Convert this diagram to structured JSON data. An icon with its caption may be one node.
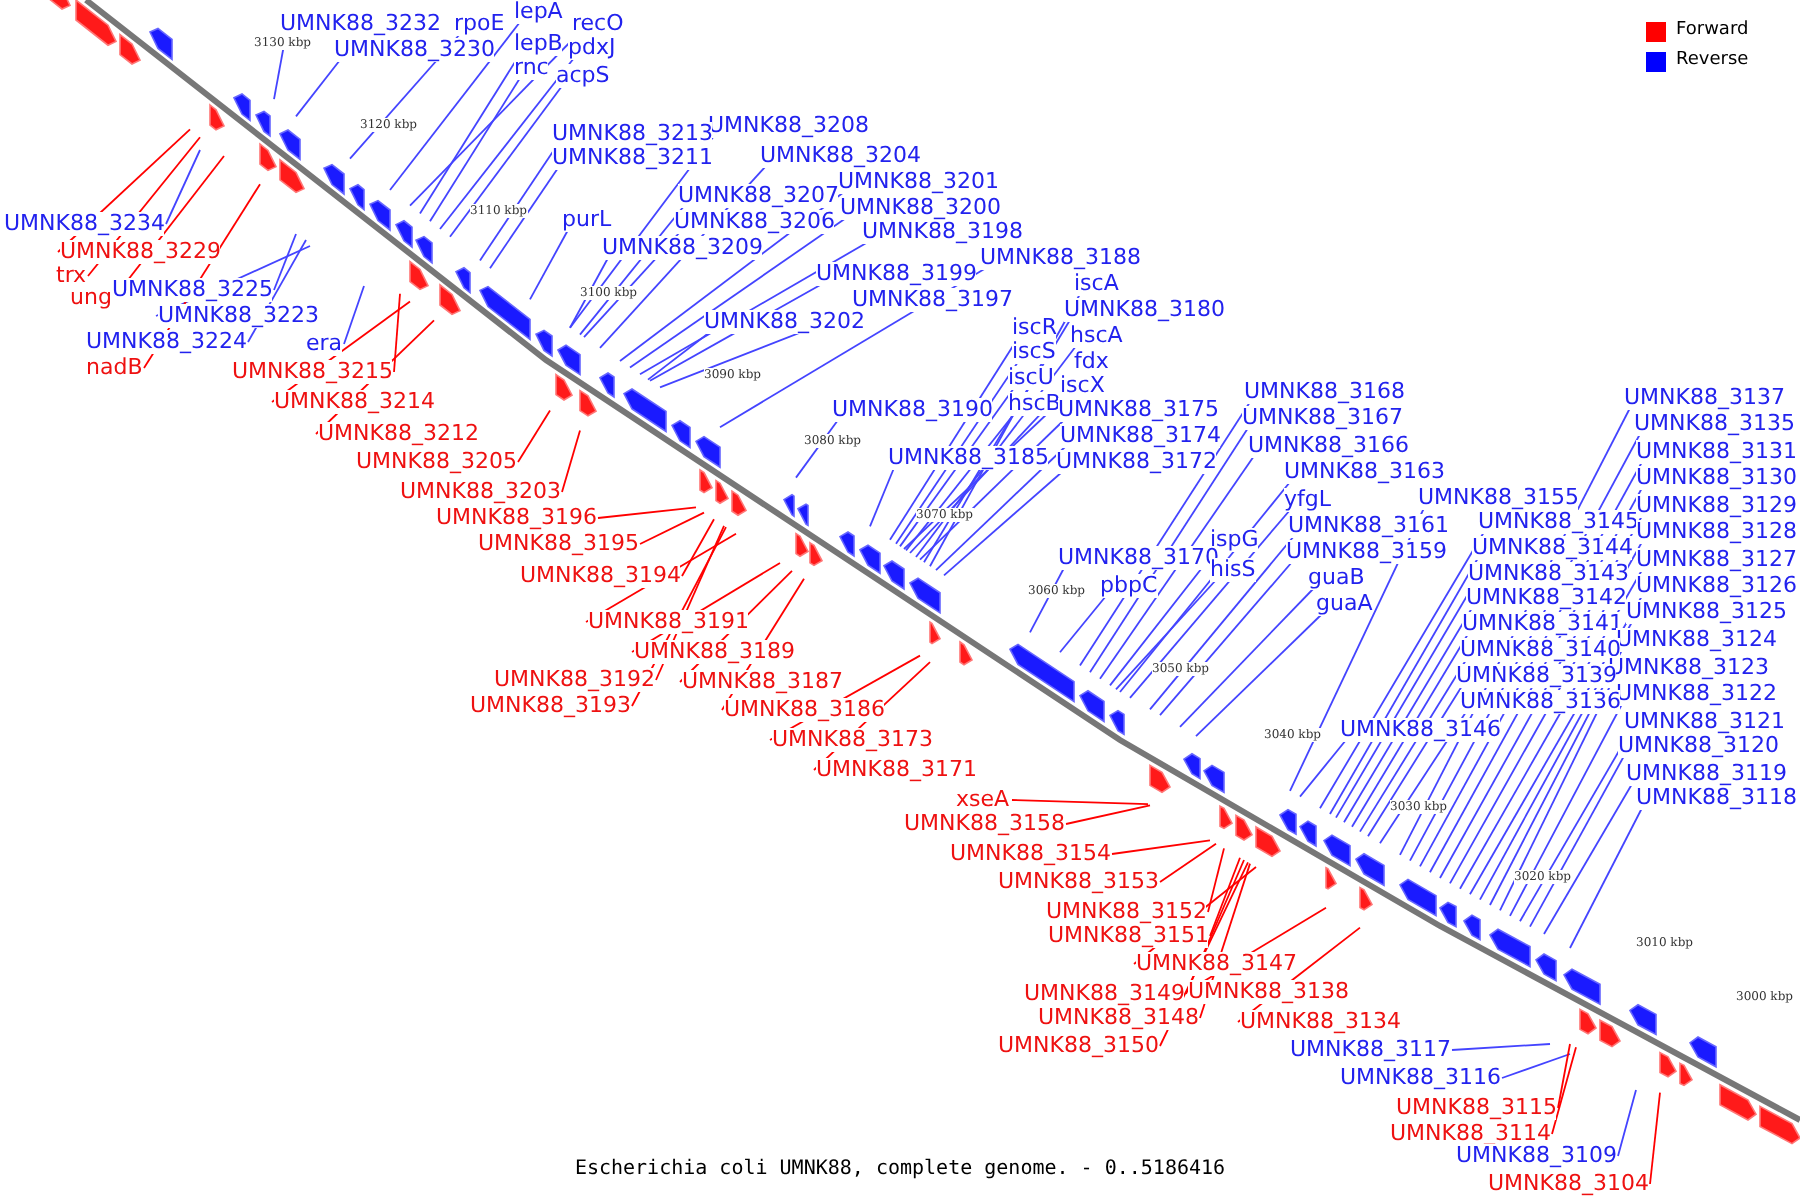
{
  "diagram": {
    "caption": "Escherichia coli UMNK88, complete genome. - 0..5186416",
    "nodes": [
      {
        "text": [
          "lepA"
        ]
      },
      {
        "text": [
          "UMNK88_3232"
        ]
      },
      {
        "text": [
          "rpoE"
        ]
      },
      {
        "text": [
          "recO"
        ]
      },
      {
        "text": [
          "lepB"
        ]
      },
      {
        "text": [
          "pdxJ"
        ]
      },
      {
        "text": [
          "UMNK88_3230"
        ]
      },
      {
        "text": [
          "rnc"
        ]
      },
      {
        "text": [
          "acpS"
        ]
      },
      {
        "text": [
          "UMNK88_3208"
        ]
      },
      {
        "text": [
          "UMNK88_3213"
        ]
      },
      {
        "text": [
          "UMNK88_3204"
        ]
      },
      {
        "text": [
          "UMNK88_3211"
        ]
      },
      {
        "text": [
          "UMNK88_3201"
        ]
      },
      {
        "text": [
          "UMNK88_3207"
        ]
      },
      {
        "text": [
          "UMNK88_3200"
        ]
      },
      {
        "text": [
          "purL"
        ]
      },
      {
        "text": [
          "UMNK88_3206"
        ]
      },
      {
        "text": [
          "UMNK88_3234"
        ]
      },
      {
        "text": [
          "UMNK88_3198"
        ]
      },
      {
        "text": [
          "UMNK88_3209"
        ]
      },
      {
        "text": [
          "UMNK88_3229"
        ]
      },
      {
        "text": [
          "UMNK88_3188"
        ]
      },
      {
        "text": [
          "UMNK88_3199"
        ]
      },
      {
        "text": [
          "trx"
        ]
      },
      {
        "text": [
          "iscA"
        ]
      },
      {
        "text": [
          "UMNK88_3225"
        ]
      },
      {
        "text": [
          "ung"
        ]
      },
      {
        "text": [
          "UMNK88_3197"
        ]
      },
      {
        "text": [
          "UMNK88_3180"
        ]
      },
      {
        "text": [
          "UMNK88_3223"
        ]
      },
      {
        "text": [
          "UMNK88_3202"
        ]
      },
      {
        "text": [
          "iscR"
        ]
      },
      {
        "text": [
          "hscA"
        ]
      },
      {
        "text": [
          "UMNK88_3224"
        ]
      },
      {
        "text": [
          "era"
        ]
      },
      {
        "text": [
          "iscS"
        ]
      },
      {
        "text": [
          "fdx"
        ]
      },
      {
        "text": [
          "nadB"
        ]
      },
      {
        "text": [
          "UMNK88_3215"
        ]
      },
      {
        "text": [
          "iscU"
        ]
      },
      {
        "text": [
          "iscX"
        ]
      },
      {
        "text": [
          "UMNK88_3168"
        ]
      },
      {
        "text": [
          "UMNK88_3137"
        ]
      },
      {
        "text": [
          "UMNK88_3214"
        ]
      },
      {
        "text": [
          "hscB"
        ]
      },
      {
        "text": [
          "UMNK88_3190"
        ]
      },
      {
        "text": [
          "UMNK88_3175"
        ]
      },
      {
        "text": [
          "UMNK88_3167"
        ]
      },
      {
        "text": [
          "UMNK88_3135"
        ]
      },
      {
        "text": [
          "UMNK88_3212"
        ]
      },
      {
        "text": [
          "UMNK88_3174"
        ]
      },
      {
        "text": [
          "UMNK88_3166"
        ]
      },
      {
        "text": [
          "UMNK88_3131"
        ]
      },
      {
        "text": [
          "UMNK88_3185"
        ]
      },
      {
        "text": [
          "UMNK88_3205"
        ]
      },
      {
        "text": [
          "UMNK88_3172"
        ]
      },
      {
        "text": [
          "UMNK88_3163"
        ]
      },
      {
        "text": [
          "UMNK88_3130"
        ]
      },
      {
        "text": [
          "UMNK88_3203"
        ]
      },
      {
        "text": [
          "UMNK88_3155"
        ]
      },
      {
        "text": [
          "yfgL"
        ]
      },
      {
        "text": [
          "UMNK88_3129"
        ]
      },
      {
        "text": [
          "UMNK88_3196"
        ]
      },
      {
        "text": [
          "UMNK88_3145"
        ]
      },
      {
        "text": [
          "UMNK88_3161"
        ]
      },
      {
        "text": [
          "UMNK88_3128"
        ]
      },
      {
        "text": [
          "ispG"
        ]
      },
      {
        "text": [
          "UMNK88_3195"
        ]
      },
      {
        "text": [
          "UMNK88_3144"
        ]
      },
      {
        "text": [
          "UMNK88_3159"
        ]
      },
      {
        "text": [
          "UMNK88_3170"
        ]
      },
      {
        "text": [
          "UMNK88_3127"
        ]
      },
      {
        "text": [
          "hisS"
        ]
      },
      {
        "text": [
          "UMNK88_3143"
        ]
      },
      {
        "text": [
          "UMNK88_3194"
        ]
      },
      {
        "text": [
          "guaB"
        ]
      },
      {
        "text": [
          "pbpC"
        ]
      },
      {
        "text": [
          "UMNK88_3126"
        ]
      },
      {
        "text": [
          "UMNK88_3142"
        ]
      },
      {
        "text": [
          "guaA"
        ]
      },
      {
        "text": [
          "UMNK88_3125"
        ]
      },
      {
        "text": [
          "UMNK88_3191"
        ]
      },
      {
        "text": [
          "UMNK88_3141"
        ]
      },
      {
        "text": [
          "UMNK88_3124"
        ]
      },
      {
        "text": [
          "UMNK88_3140"
        ]
      },
      {
        "text": [
          "UMNK88_3189"
        ]
      },
      {
        "text": [
          "UMNK88_3123"
        ]
      },
      {
        "text": [
          "UMNK88_3139"
        ]
      },
      {
        "text": [
          "UMNK88_3192"
        ]
      },
      {
        "text": [
          "UMNK88_3187"
        ]
      },
      {
        "text": [
          "UMNK88_3122"
        ]
      },
      {
        "text": [
          "UMNK88_3136"
        ]
      },
      {
        "text": [
          "UMNK88_3193"
        ]
      },
      {
        "text": [
          "UMNK88_3186"
        ]
      },
      {
        "text": [
          "UMNK88_3121"
        ]
      },
      {
        "text": [
          "UMNK88_3146"
        ]
      },
      {
        "text": [
          "UMNK88_3173"
        ]
      },
      {
        "text": [
          "UMNK88_3120"
        ]
      },
      {
        "text": [
          "UMNK88_3171"
        ]
      },
      {
        "text": [
          "UMNK88_3119"
        ]
      },
      {
        "text": [
          "UMNK88_3118"
        ]
      },
      {
        "text": [
          "xseA"
        ]
      },
      {
        "text": [
          "UMNK88_3158"
        ]
      },
      {
        "text": [
          "UMNK88_3154"
        ]
      },
      {
        "text": [
          "UMNK88_3153"
        ]
      },
      {
        "text": [
          "UMNK88_3152"
        ]
      },
      {
        "text": [
          "UMNK88_3151"
        ]
      },
      {
        "text": [
          "UMNK88_3147"
        ]
      },
      {
        "text": [
          "UMNK88_3138"
        ]
      },
      {
        "text": [
          "UMNK88_3149"
        ]
      },
      {
        "text": [
          "UMNK88_3148"
        ]
      },
      {
        "text": [
          "UMNK88_3134"
        ]
      },
      {
        "text": [
          "UMNK88_3150"
        ]
      },
      {
        "text": [
          "UMNK88_3117"
        ]
      },
      {
        "text": [
          "UMNK88_3116"
        ]
      },
      {
        "text": [
          "UMNK88_3115"
        ]
      },
      {
        "text": [
          "UMNK88_3114"
        ]
      },
      {
        "text": [
          "UMNK88_3109"
        ]
      },
      {
        "text": [
          "UMNK88_3104"
        ]
      }
    ],
    "edges": [
      {
        "from": 0,
        "to": null,
        "arrow": "none"
      },
      {
        "from": 1,
        "to": null,
        "arrow": "none"
      },
      {
        "from": 2,
        "to": null,
        "arrow": "none"
      },
      {
        "from": 3,
        "to": null,
        "arrow": "none"
      },
      {
        "from": 4,
        "to": null,
        "arrow": "none"
      },
      {
        "from": 5,
        "to": null,
        "arrow": "none"
      },
      {
        "from": 6,
        "to": null,
        "arrow": "none"
      },
      {
        "from": 7,
        "to": null,
        "arrow": "none"
      },
      {
        "from": 8,
        "to": null,
        "arrow": "none"
      },
      {
        "from": 9,
        "to": null,
        "arrow": "none"
      },
      {
        "from": 10,
        "to": null,
        "arrow": "none"
      },
      {
        "from": 11,
        "to": null,
        "arrow": "none"
      },
      {
        "from": 12,
        "to": null,
        "arrow": "none"
      },
      {
        "from": 13,
        "to": null,
        "arrow": "none"
      },
      {
        "from": 14,
        "to": null,
        "arrow": "none"
      },
      {
        "from": 15,
        "to": null,
        "arrow": "none"
      },
      {
        "from": 16,
        "to": null,
        "arrow": "none"
      },
      {
        "from": 17,
        "to": null,
        "arrow": "none"
      },
      {
        "from": 18,
        "to": null,
        "arrow": "none"
      },
      {
        "from": 19,
        "to": null,
        "arrow": "none"
      },
      {
        "from": 20,
        "to": null,
        "arrow": "none"
      },
      {
        "from": 21,
        "to": null,
        "arrow": "none",
        "color": "#ff0000"
      },
      {
        "from": 22,
        "to": null,
        "arrow": "none"
      },
      {
        "from": 23,
        "to": null,
        "arrow": "none"
      },
      {
        "from": 24,
        "to": null,
        "arrow": "none",
        "color": "#ff0000"
      },
      {
        "from": 25,
        "to": null,
        "arrow": "none"
      },
      {
        "from": 26,
        "to": null,
        "arrow": "none"
      },
      {
        "from": 27,
        "to": null,
        "arrow": "none",
        "color": "#ff0000"
      },
      {
        "from": 28,
        "to": null,
        "arrow": "none"
      },
      {
        "from": 29,
        "to": null,
        "arrow": "none"
      },
      {
        "from": 30,
        "to": null,
        "arrow": "none"
      },
      {
        "from": 31,
        "to": null,
        "arrow": "none"
      },
      {
        "from": 32,
        "to": null,
        "arrow": "none"
      },
      {
        "from": 33,
        "to": null,
        "arrow": "none"
      },
      {
        "from": 34,
        "to": null,
        "arrow": "none"
      },
      {
        "from": 35,
        "to": null,
        "arrow": "none"
      },
      {
        "from": 36,
        "to": null,
        "arrow": "none"
      },
      {
        "from": 37,
        "to": null,
        "arrow": "none"
      },
      {
        "from": 38,
        "to": null,
        "arrow": "none",
        "color": "#ff0000"
      },
      {
        "from": 39,
        "to": null,
        "arrow": "none",
        "color": "#ff0000"
      },
      {
        "from": 40,
        "to": null,
        "arrow": "none"
      },
      {
        "from": 41,
        "to": null,
        "arrow": "none"
      },
      {
        "from": 42,
        "to": null,
        "arrow": "none"
      },
      {
        "from": 43,
        "to": null,
        "arrow": "none"
      },
      {
        "from": 44,
        "to": null,
        "arrow": "none",
        "color": "#ff0000"
      },
      {
        "from": 45,
        "to": null,
        "arrow": "none"
      },
      {
        "from": 46,
        "to": null,
        "arrow": "none"
      },
      {
        "from": 47,
        "to": null,
        "arrow": "none"
      },
      {
        "from": 48,
        "to": null,
        "arrow": "none"
      },
      {
        "from": 49,
        "to": null,
        "arrow": "none"
      },
      {
        "from": 50,
        "to": null,
        "arrow": "none",
        "color": "#ff0000"
      },
      {
        "from": 51,
        "to": null,
        "arrow": "none"
      },
      {
        "from": 52,
        "to": null,
        "arrow": "none"
      },
      {
        "from": 53,
        "to": null,
        "arrow": "none"
      },
      {
        "from": 54,
        "to": null,
        "arrow": "none"
      },
      {
        "from": 55,
        "to": null,
        "arrow": "none",
        "color": "#ff0000"
      },
      {
        "from": 56,
        "to": null,
        "arrow": "none"
      },
      {
        "from": 57,
        "to": null,
        "arrow": "none"
      },
      {
        "from": 58,
        "to": null,
        "arrow": "none"
      },
      {
        "from": 59,
        "to": null,
        "arrow": "none",
        "color": "#ff0000"
      },
      {
        "from": 60,
        "to": null,
        "arrow": "none"
      },
      {
        "from": 61,
        "to": null,
        "arrow": "none"
      },
      {
        "from": 62,
        "to": null,
        "arrow": "none"
      },
      {
        "from": 63,
        "to": null,
        "arrow": "none",
        "color": "#ff0000"
      },
      {
        "from": 64,
        "to": null,
        "arrow": "none"
      },
      {
        "from": 65,
        "to": null,
        "arrow": "none"
      },
      {
        "from": 66,
        "to": null,
        "arrow": "none"
      },
      {
        "from": 67,
        "to": null,
        "arrow": "none"
      },
      {
        "from": 68,
        "to": null,
        "arrow": "none",
        "color": "#ff0000"
      },
      {
        "from": 69,
        "to": null,
        "arrow": "none"
      },
      {
        "from": 70,
        "to": null,
        "arrow": "none"
      },
      {
        "from": 71,
        "to": null,
        "arrow": "none"
      },
      {
        "from": 72,
        "to": null,
        "arrow": "none"
      },
      {
        "from": 73,
        "to": null,
        "arrow": "none"
      },
      {
        "from": 74,
        "to": null,
        "arrow": "none"
      },
      {
        "from": 75,
        "to": null,
        "arrow": "none",
        "color": "#ff0000"
      },
      {
        "from": 76,
        "to": null,
        "arrow": "none"
      },
      {
        "from": 77,
        "to": null,
        "arrow": "none"
      },
      {
        "from": 78,
        "to": null,
        "arrow": "none"
      },
      {
        "from": 79,
        "to": null,
        "arrow": "none"
      },
      {
        "from": 80,
        "to": null,
        "arrow": "none"
      },
      {
        "from": 81,
        "to": null,
        "arrow": "none"
      },
      {
        "from": 82,
        "to": null,
        "arrow": "none",
        "color": "#ff0000"
      },
      {
        "from": 83,
        "to": null,
        "arrow": "none"
      },
      {
        "from": 84,
        "to": null,
        "arrow": "none"
      },
      {
        "from": 85,
        "to": null,
        "arrow": "none"
      },
      {
        "from": 86,
        "to": null,
        "arrow": "none",
        "color": "#ff0000"
      },
      {
        "from": 87,
        "to": null,
        "arrow": "none"
      },
      {
        "from": 88,
        "to": null,
        "arrow": "none"
      },
      {
        "from": 89,
        "to": null,
        "arrow": "none",
        "color": "#ff0000"
      },
      {
        "from": 90,
        "to": null,
        "arrow": "none",
        "color": "#ff0000"
      },
      {
        "from": 91,
        "to": null,
        "arrow": "none"
      },
      {
        "from": 92,
        "to": null,
        "arrow": "none"
      },
      {
        "from": 93,
        "to": null,
        "arrow": "none",
        "color": "#ff0000"
      },
      {
        "from": 94,
        "to": null,
        "arrow": "none",
        "color": "#ff0000"
      },
      {
        "from": 95,
        "to": null,
        "arrow": "none"
      },
      {
        "from": 96,
        "to": null,
        "arrow": "none"
      },
      {
        "from": 97,
        "to": null,
        "arrow": "none",
        "color": "#ff0000"
      },
      {
        "from": 98,
        "to": null,
        "arrow": "none"
      },
      {
        "from": 99,
        "to": null,
        "arrow": "none",
        "color": "#ff0000"
      },
      {
        "from": 100,
        "to": null,
        "arrow": "none"
      },
      {
        "from": 101,
        "to": null,
        "arrow": "none"
      },
      {
        "from": 102,
        "to": null,
        "arrow": "none",
        "color": "#ff0000"
      },
      {
        "from": 103,
        "to": null,
        "arrow": "none",
        "color": "#ff0000"
      },
      {
        "from": 104,
        "to": null,
        "arrow": "none",
        "color": "#ff0000"
      },
      {
        "from": 105,
        "to": null,
        "arrow": "none",
        "color": "#ff0000"
      },
      {
        "from": 106,
        "to": null,
        "arrow": "none",
        "color": "#ff0000"
      },
      {
        "from": 107,
        "to": null,
        "arrow": "none",
        "color": "#ff0000"
      },
      {
        "from": 108,
        "to": null,
        "arrow": "none",
        "color": "#ff0000"
      },
      {
        "from": 109,
        "to": null,
        "arrow": "none",
        "color": "#ff0000"
      },
      {
        "from": 110,
        "to": null,
        "arrow": "none",
        "color": "#ff0000"
      },
      {
        "from": 111,
        "to": null,
        "arrow": "none",
        "color": "#ff0000"
      },
      {
        "from": 112,
        "to": null,
        "arrow": "none",
        "color": "#ff0000"
      },
      {
        "from": 113,
        "to": null,
        "arrow": "none",
        "color": "#ff0000"
      },
      {
        "from": 114,
        "to": null,
        "arrow": "none"
      },
      {
        "from": 115,
        "to": null,
        "arrow": "none"
      },
      {
        "from": 116,
        "to": null,
        "arrow": "none",
        "color": "#ff0000"
      },
      {
        "from": 117,
        "to": null,
        "arrow": "none",
        "color": "#ff0000"
      },
      {
        "from": 118,
        "to": null,
        "arrow": "none"
      },
      {
        "from": 119,
        "to": null,
        "arrow": "none",
        "color": "#ff0000"
      }
    ],
    "labels": [
      "3130 kbp",
      "3120 kbp",
      "3110 kbp",
      "3100 kbp",
      "3090 kbp",
      "3080 kbp",
      "3070 kbp",
      "3060 kbp",
      "3050 kbp",
      "3040 kbp",
      "3030 kbp",
      "3020 kbp",
      "3010 kbp",
      "3000 kbp"
    ],
    "legend": [
      {
        "text": "Forward",
        "color": "#ff0000"
      },
      {
        "text": "Reverse",
        "color": "#0000ff"
      }
    ]
  }
}
